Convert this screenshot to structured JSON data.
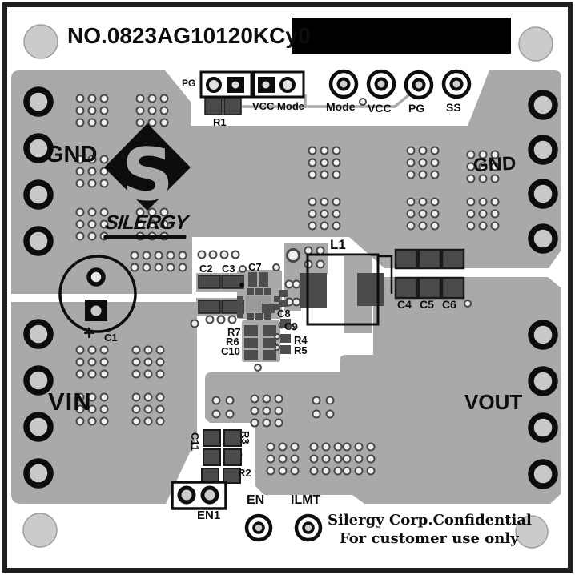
{
  "header": {
    "board_number": "NO.0823AG10120KCy0"
  },
  "logo": {
    "monogram": "S",
    "wordmark": "SILERGY"
  },
  "planes": {
    "gnd_left": "GND",
    "gnd_right": "GND",
    "vin": "VIN",
    "vout": "VOUT"
  },
  "top_area": {
    "pg_label": "PG",
    "vcc_mode_label": "VCC Mode",
    "r1_label": "R1"
  },
  "test_points": {
    "mode": "Mode",
    "vcc": "VCC",
    "pg": "PG",
    "ss": "SS",
    "en": "EN",
    "ilmt": "ILMT"
  },
  "connectors": {
    "en1": "EN1"
  },
  "components": {
    "c1_polarity": "+",
    "c1": "C1",
    "c2": "C2",
    "c3": "C3",
    "c4": "C4",
    "c5": "C5",
    "c6": "C6",
    "c7": "C7",
    "c8": "C8",
    "c9": "C9",
    "c10": "C10",
    "c11": "C11",
    "r2": "R2",
    "r3": "R3",
    "r4": "R4",
    "r5": "R5",
    "r6": "R6",
    "r7": "R7",
    "l1": "L1"
  },
  "footer": {
    "confidential_line1": "Silergy Corp.Confidential",
    "confidential_line2": "For customer use only"
  },
  "colors": {
    "copper_plane": "#a9a9a9",
    "component_pad": "#4a4a4a",
    "silkscreen": "#0d0d0d",
    "substrate": "#ffffff",
    "redaction": "#000000",
    "drill_hole": "#c9c9c9"
  }
}
